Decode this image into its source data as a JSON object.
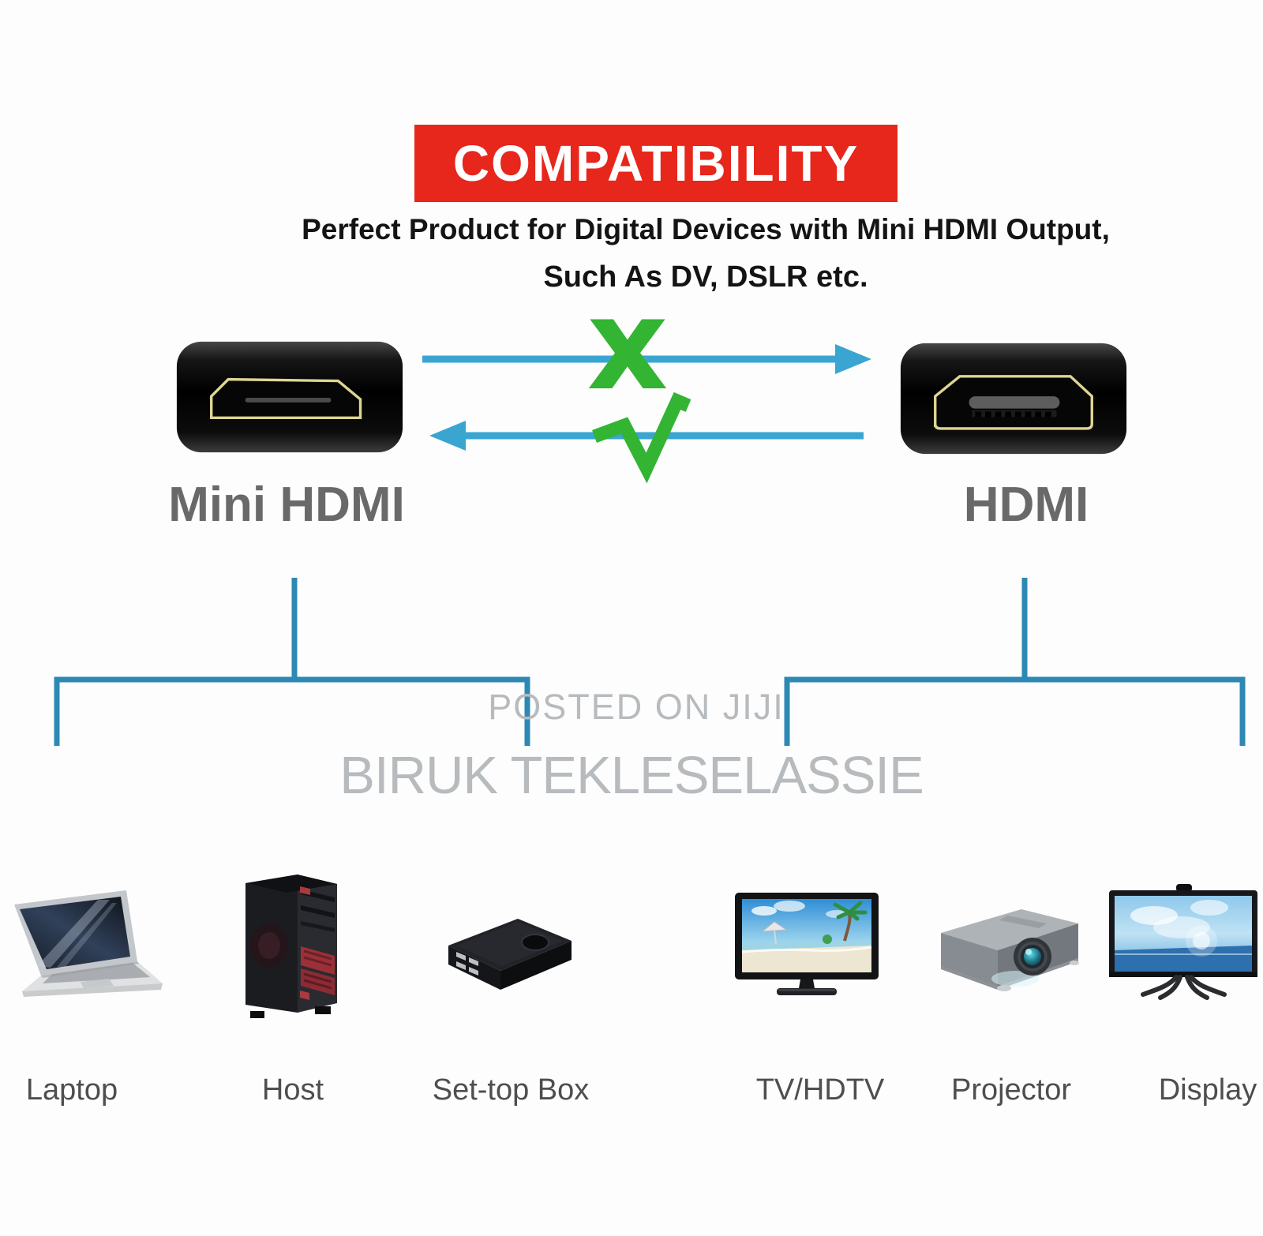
{
  "banner": {
    "title": "COMPATIBILITY",
    "bg_color": "#e7261c",
    "text_color": "#ffffff"
  },
  "subtitle": {
    "line1": "Perfect Product for Digital Devices with Mini HDMI Output,",
    "line2": "Such As DV, DSLR etc."
  },
  "connectors": {
    "left": {
      "label": "Mini HDMI",
      "icon": "mini-hdmi-port-icon"
    },
    "right": {
      "label": "HDMI",
      "icon": "hdmi-port-icon"
    }
  },
  "flow": {
    "top_arrow": {
      "direction": "right",
      "mark": "cross"
    },
    "bottom_arrow": {
      "direction": "left",
      "mark": "check"
    }
  },
  "watermark": {
    "line1": "POSTED ON JIJI",
    "line2": "BIRUK TEKLESELASSIE"
  },
  "devices": {
    "items": [
      {
        "label": "Laptop",
        "icon": "laptop-image",
        "group": "mini-hdmi"
      },
      {
        "label": "Host",
        "icon": "host-tower-image",
        "group": "mini-hdmi"
      },
      {
        "label": "Set-top Box",
        "icon": "set-top-box-image",
        "group": "mini-hdmi"
      },
      {
        "label": "TV/HDTV",
        "icon": "tv-image",
        "group": "hdmi"
      },
      {
        "label": "Projector",
        "icon": "projector-image",
        "group": "hdmi"
      },
      {
        "label": "Display",
        "icon": "display-monitor-image",
        "group": "hdmi"
      }
    ]
  },
  "colors": {
    "banner_red": "#e7261c",
    "arrow_blue": "#3ba5d2",
    "mark_green": "#33b433",
    "bracket_blue": "#2d89b4",
    "watermark_gray": "#b7bbbe"
  }
}
